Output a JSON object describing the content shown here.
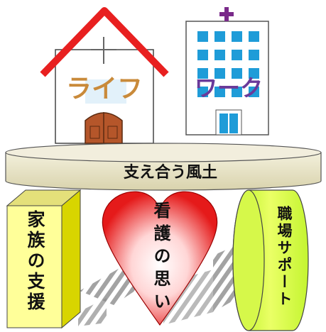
{
  "house": {
    "label": "ライフ"
  },
  "hospital": {
    "label": "ワーク"
  },
  "platform": {
    "label": "支え合う風土"
  },
  "pillars": {
    "family": {
      "label": "家族の支援"
    },
    "nursing": {
      "label": "看護の思い"
    },
    "workplace": {
      "label": "職場サポート"
    }
  },
  "colors": {
    "roof": "#e82020",
    "house_label": "#c98a3a",
    "hospital_window": "#1f9cd8",
    "hospital_label": "#6a3a9a",
    "cross": "#7a2a8a",
    "platform": "#e9e4c5",
    "family_box": "#ffff99",
    "heart": "#e51a1a",
    "cylinder": "#ccff33"
  }
}
